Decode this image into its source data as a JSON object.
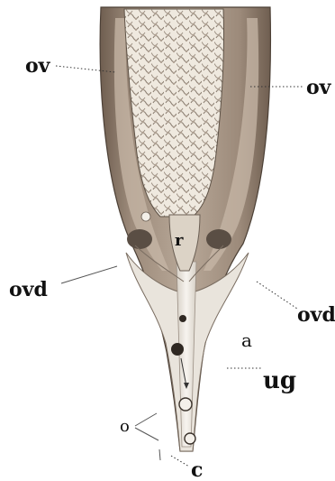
{
  "labels": {
    "ov_left": "ov",
    "ov_right": "ov",
    "r": "r",
    "ovd_left": "ovd",
    "ovd_right": "ovd",
    "a": "a",
    "ug": "ug",
    "o": "o",
    "c": "c"
  },
  "colors": {
    "background": "#ffffff",
    "body_wall": "#8d7a6a",
    "inner_fold": "#c4b3a3",
    "ovary_tissue": "#ece6dc",
    "canal": "#efece6",
    "ink": "#111111"
  }
}
